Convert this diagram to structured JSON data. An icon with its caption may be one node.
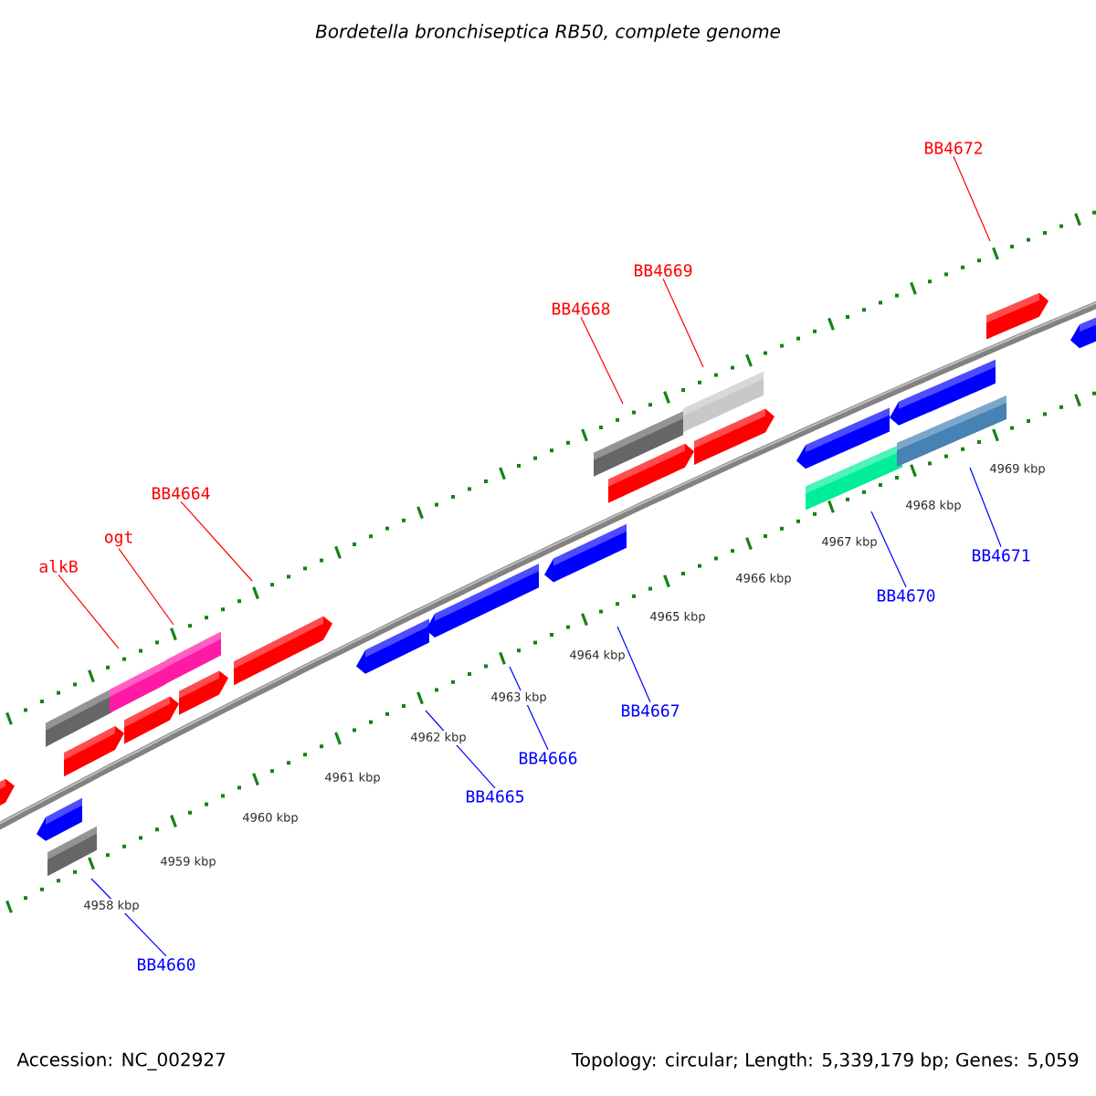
{
  "diagram": {
    "title": "Bordetella bronchiseptica RB50, complete genome",
    "nodes": [
      {
        "text": [
          "BB4672"
        ]
      },
      {
        "text": [
          "BB4669"
        ]
      },
      {
        "text": [
          "BB4668"
        ]
      },
      {
        "text": [
          "BB4664"
        ]
      },
      {
        "text": [
          "ogt"
        ]
      },
      {
        "text": [
          "BB4671"
        ]
      },
      {
        "text": [
          "alkB"
        ]
      },
      {
        "text": [
          "BB4670"
        ]
      },
      {
        "text": [
          "BB4667"
        ]
      },
      {
        "text": [
          "BB4666"
        ]
      },
      {
        "text": [
          "BB4665"
        ]
      },
      {
        "text": [
          "BB4660"
        ]
      }
    ],
    "edges": [
      {
        "from": 0,
        "to": null,
        "arrow": "none",
        "color": "#ff0000"
      },
      {
        "from": 1,
        "to": null,
        "arrow": "none",
        "color": "#ff0000"
      },
      {
        "from": 2,
        "to": null,
        "arrow": "none",
        "color": "#ff0000"
      },
      {
        "from": 3,
        "to": null,
        "arrow": "none",
        "color": "#ff0000"
      },
      {
        "from": 4,
        "to": null,
        "arrow": "none",
        "color": "#ff0000"
      },
      {
        "from": 5,
        "to": null,
        "arrow": "none",
        "color": "#0000ff"
      },
      {
        "from": 6,
        "to": null,
        "arrow": "none",
        "color": "#ff0000"
      },
      {
        "from": 7,
        "to": null,
        "arrow": "none",
        "color": "#0000ff"
      },
      {
        "from": 8,
        "to": null,
        "arrow": "none",
        "color": "#0000ff"
      },
      {
        "from": 9,
        "to": null,
        "arrow": "none",
        "color": "#0000ff"
      },
      {
        "from": 10,
        "to": null,
        "arrow": "none",
        "color": "#0000ff"
      },
      {
        "from": 11,
        "to": null,
        "arrow": "none",
        "color": "#0000ff"
      }
    ],
    "labels": [
      "4958 kbp",
      "4959 kbp",
      "4960 kbp",
      "4961 kbp",
      "4962 kbp",
      "4963 kbp",
      "4964 kbp",
      "4965 kbp",
      "4966 kbp",
      "4967 kbp",
      "4968 kbp",
      "4969 kbp",
      "Accession: NC_002927",
      "Topology: circular; Length: 5,339,179 bp; Genes: 5,059"
    ]
  }
}
